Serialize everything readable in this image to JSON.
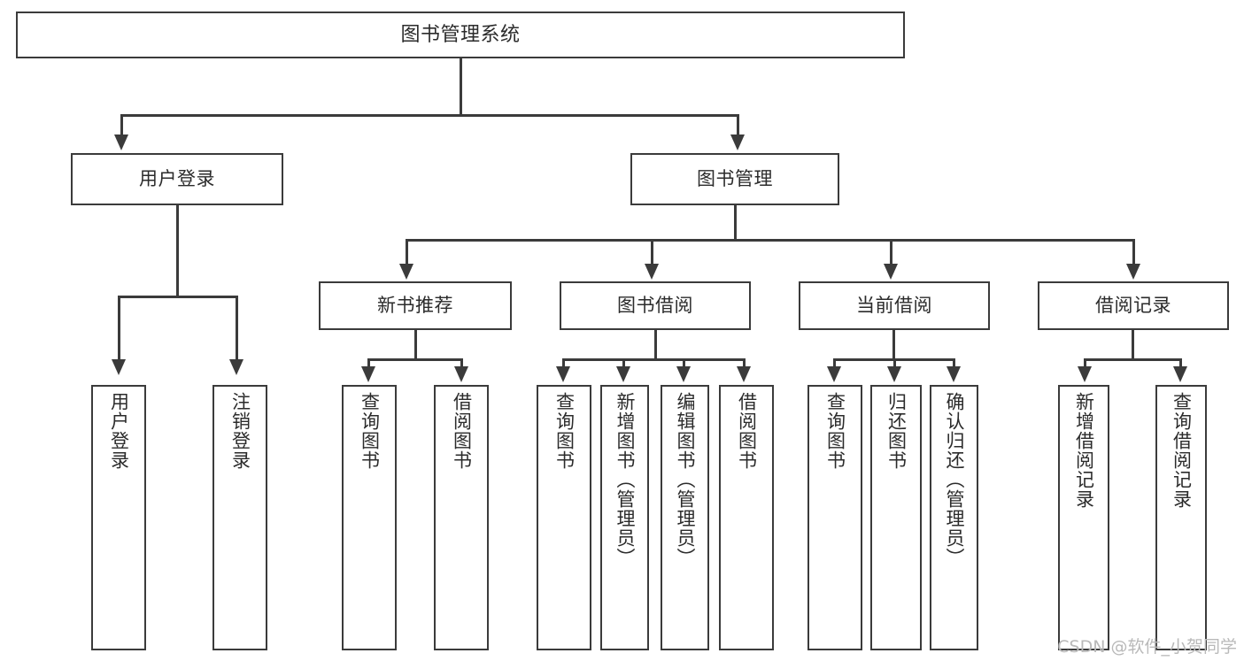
{
  "diagram": {
    "title": "图书管理系统",
    "type": "hierarchy-tree",
    "root": {
      "label": "图书管理系统"
    },
    "tier2": [
      {
        "label": "用户登录"
      },
      {
        "label": "图书管理"
      }
    ],
    "tier3": [
      {
        "label": "新书推荐"
      },
      {
        "label": "图书借阅"
      },
      {
        "label": "当前借阅"
      },
      {
        "label": "借阅记录"
      }
    ],
    "leaves": {
      "user_login": [
        {
          "label": "用户登录"
        },
        {
          "label": "注销登录"
        }
      ],
      "new_book_recommend": [
        {
          "label": "查询图书"
        },
        {
          "label": "借阅图书"
        }
      ],
      "book_borrow": [
        {
          "label": "查询图书"
        },
        {
          "label": "新增图书（管理员）"
        },
        {
          "label": "编辑图书（管理员）"
        },
        {
          "label": "借阅图书"
        }
      ],
      "current_borrow": [
        {
          "label": "查询图书"
        },
        {
          "label": "归还图书"
        },
        {
          "label": "确认归还（管理员）"
        }
      ],
      "borrow_record": [
        {
          "label": "新增借阅记录"
        },
        {
          "label": "查询借阅记录"
        }
      ]
    }
  },
  "watermark": {
    "text": "CSDN @软件_小贺同学"
  },
  "colors": {
    "stroke": "#3b3b3b",
    "text": "#2b2b2b",
    "background": "#ffffff",
    "watermark": "#b9b9b9"
  }
}
